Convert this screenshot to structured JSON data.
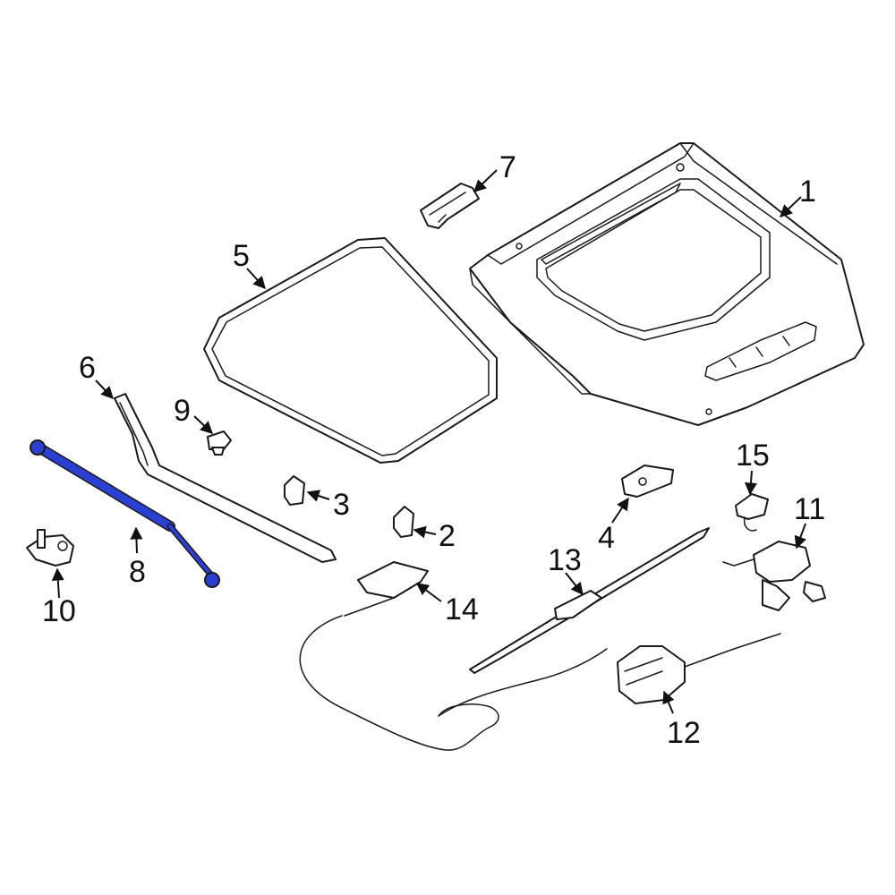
{
  "colors": {
    "line": "#1a1a1a",
    "highlight": "#2b3fd1",
    "background": "#ffffff"
  },
  "callouts": {
    "c1": "1",
    "c2": "2",
    "c3": "3",
    "c4": "4",
    "c5": "5",
    "c6": "6",
    "c7": "7",
    "c8": "8",
    "c9": "9",
    "c10": "10",
    "c11": "11",
    "c12": "12",
    "c13": "13",
    "c14": "14",
    "c15": "15"
  }
}
